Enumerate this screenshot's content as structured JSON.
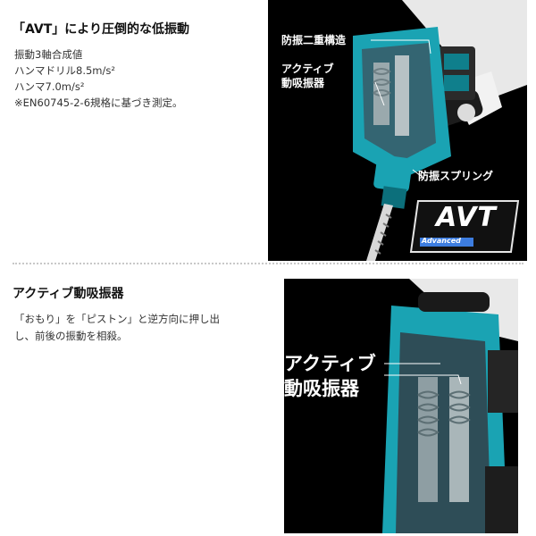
{
  "section1": {
    "title": "「AVT」により圧倒的な低振動",
    "specs": [
      "振動3軸合成値",
      "ハンマドリル8.5m/s²",
      "ハンマ7.0m/s²",
      "※EN60745-2-6規格に基づき測定。"
    ],
    "labels": {
      "double_structure": "防振二重構造",
      "active_line1": "アクティブ",
      "active_line2": "動吸振器",
      "spring": "防振スプリング"
    },
    "logo": {
      "main": "AVT",
      "sub": "Advanced"
    }
  },
  "section2": {
    "title": "アクティブ動吸振器",
    "description_lines": [
      "「おもり」を「ピストン」と逆方向に押し出",
      "し、前後の振動を相殺。"
    ],
    "labels": {
      "line1": "アクティブ",
      "line2": "動吸振器"
    }
  },
  "colors": {
    "accent": "#1aa3b3",
    "photo_bg": "#000000",
    "divider": "#c8c8c8"
  },
  "icons": [
    "avt-logo",
    "drill-illustration",
    "absorber-illustration"
  ]
}
